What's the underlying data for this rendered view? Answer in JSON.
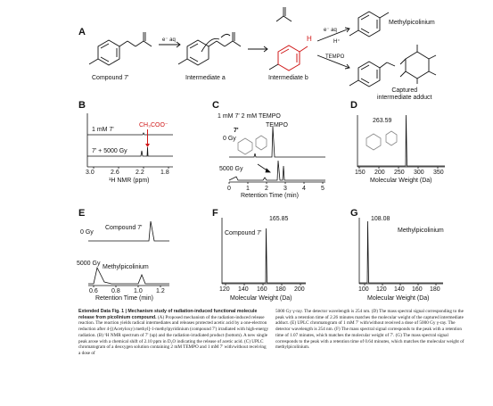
{
  "panel_a": {
    "label": "A",
    "compound": "Compound 7'",
    "intermediate_a": "Intermediate a",
    "intermediate_b": "Intermediate b",
    "captured": "Captured\nintermediate adduct",
    "methylpicolinium": "Methylpicolinium",
    "e_aq": "e⁻ aq",
    "e_aq2": "e⁻ aq",
    "h_plus": "H⁺",
    "tempo": "TEMPO",
    "h_atom": "H"
  },
  "panel_b": {
    "label": "B",
    "top_trace": "1 mM 7'",
    "bottom_trace": "7' + 5000 Gy",
    "peak_label": "CH₃COO⁻",
    "ticks": [
      "3.0",
      "2.6",
      "2.2",
      "1.8"
    ],
    "xlabel": "¹H NMR (ppm)"
  },
  "panel_c": {
    "label": "C",
    "header": "1 mM 7'  2 mM TEMPO",
    "tempo": "TEMPO",
    "compound": "7'",
    "dose_0": "0 Gy",
    "dose_5000": "5000 Gy",
    "ticks": [
      "0",
      "1",
      "2",
      "3",
      "4",
      "5"
    ],
    "xlabel": "Retention Time (min)"
  },
  "panel_d": {
    "label": "D",
    "peak": "263.59",
    "ticks": [
      "150",
      "200",
      "250",
      "300",
      "350"
    ],
    "xlabel": "Molecular Weight (Da)"
  },
  "panel_e": {
    "label": "E",
    "dose_0": "0 Gy",
    "dose_5000": "5000 Gy",
    "compound": "Compound 7'",
    "methylpicolinium": "Methylpicolinium",
    "ticks": [
      "0.6",
      "0.8",
      "1.0",
      "1.2"
    ],
    "xlabel": "Retention Time (min)"
  },
  "panel_f": {
    "label": "F",
    "compound": "Compound 7'",
    "peak": "165.85",
    "ticks": [
      "120",
      "140",
      "160",
      "180",
      "200"
    ],
    "xlabel": "Molecular Weight (Da)"
  },
  "panel_g": {
    "label": "G",
    "compound": "Methylpicolinium",
    "peak": "108.08",
    "ticks": [
      "100",
      "120",
      "140",
      "160",
      "180"
    ],
    "xlabel": "Molecular Weight (Da)"
  },
  "caption": {
    "fig_label": "Extended Data Fig. 1 | Mechanism study of radiation-induced functional molecule release from picolinium compound.",
    "left_text": "(A) Proposed mechanism of the radiation-induced release reaction. The reaction yields radical intermediates and releases protected acetic acid by a one-electron reduction after 4-[(Acetyloxy) methyl]-1-methylpyridinium (compound 7') irradiated with high-energy radiation. (B) ¹H NMR spectrum of 7' (up) and the radiation-irradiated product (bottom). A new single peak arose with a chemical shift of 2.10 ppm in D₂O indicating the release of acetic acid. (C) UPLC chromatogram of a deoxygen solution containing 2 mM TEMPO and 1 mM 7' with/without receiving a dose of",
    "right_text": "5000 Gy γ-ray. The detector wavelength is 254 nm. (D) The mass spectral signal corresponding to the peak with a retention time of 2.26 minutes matches the molecular weight of the captured intermediate adduct. (E) UPLC chromatogram of 1 mM 7' with/without received a dose of 5000 Gy γ-ray. The detector wavelength is 254 nm. (F) The mass spectral signal corresponds to the peak with a retention time of 1.07 minutes, which matches the molecular weight of 7'. (G) The mass spectral signal corresponds to the peak with a retention time of 0.64 minutes, which matches the molecular weight of methylpicolinium."
  }
}
